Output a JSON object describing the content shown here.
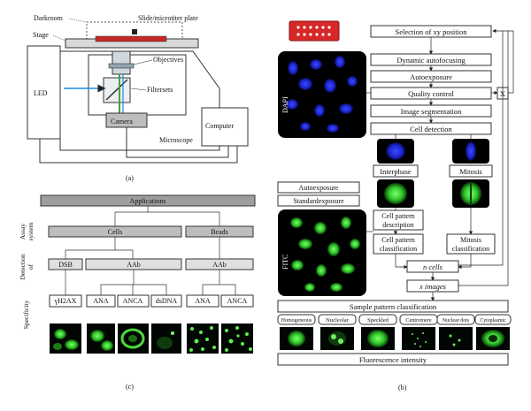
{
  "panel_a": {
    "label": "(a)",
    "darkroom": "Darkroom",
    "slide": "Slide/microtiter plate",
    "stage": "Stage",
    "objectives": "Objectives",
    "filtersets": "Filtersets",
    "led": "LED",
    "camera": "Camera",
    "microscope": "Microscope",
    "computer": "Computer"
  },
  "panel_c": {
    "label": "(c)",
    "applications": "Applications",
    "row_labels": {
      "assay_1": "Assay",
      "assay_2": "system",
      "detection_1": "Detection",
      "detection_2": "of",
      "specificity": "Specificity"
    },
    "cells": "Cells",
    "beads": "Beads",
    "dsb": "DSB",
    "aab_cells": "AAb",
    "aab_beads": "AAb",
    "specificity_items": [
      "γH2AX",
      "ANA",
      "ANCA",
      "dsDNA",
      "ANA",
      "ANCA"
    ]
  },
  "panel_b": {
    "label": "(b)",
    "dapi": "DAPI",
    "fitc": "FITC",
    "selection": "Selection of xy position",
    "autofocus": "Dynamic autofocusing",
    "autoexposure": "Autoexposure",
    "quality": "Quality control",
    "x_mark": "X",
    "segmentation": "Image segmentation",
    "cell_detection": "Cell detection",
    "interphase": "Interphase",
    "mitosis": "Mitosis",
    "autoexposure2": "Autoexposure",
    "standardexposure": "Standardexposure",
    "pattern_desc_1": "Cell pattern",
    "pattern_desc_2": "description",
    "pattern_class_1": "Cell pattern",
    "pattern_class_2": "classification",
    "mitosis_class_1": "Mitosis",
    "mitosis_class_2": "classification",
    "n_cells": "n cells",
    "x_images": "x images",
    "sample_pattern": "Sample pattern classification",
    "patterns": [
      "Homogeneous",
      "Nucleolar",
      "Speckled",
      "Centromere",
      "Nuclear dots",
      "Cytoplasmic"
    ],
    "fluorescence": "Fluorescence intensity"
  }
}
